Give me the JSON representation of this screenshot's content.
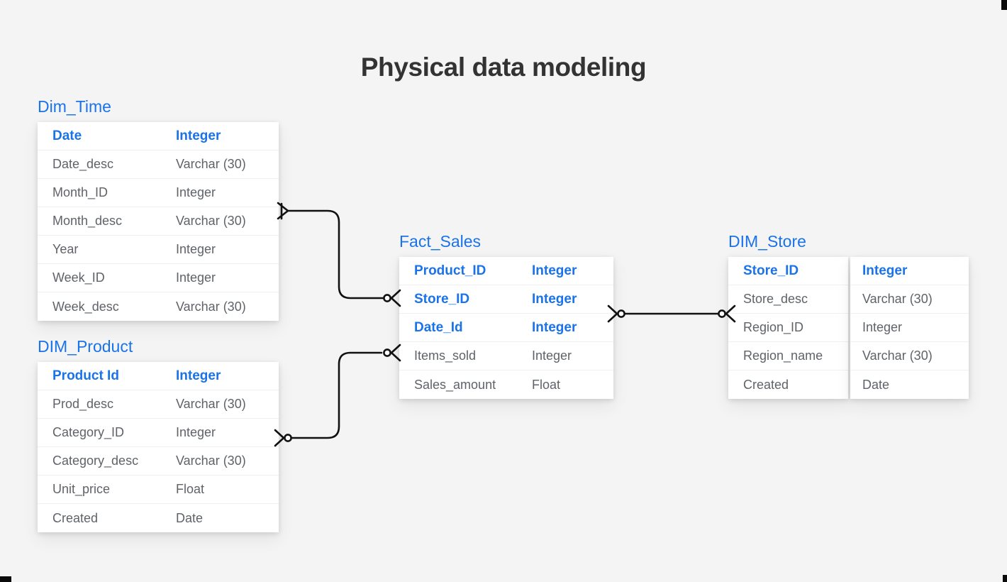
{
  "page": {
    "title": "Physical data modeling",
    "background_color": "#f4f4f4",
    "accent_color": "#1a73e8",
    "text_color": "#5f6368",
    "title_color": "#333333",
    "line_color": "#111111"
  },
  "entities": [
    {
      "name": "Dim_Time",
      "attributes": [
        {
          "name": "Date",
          "type": "Integer",
          "key": true
        },
        {
          "name": "Date_desc",
          "type": "Varchar (30)",
          "key": false
        },
        {
          "name": "Month_ID",
          "type": "Integer",
          "key": false
        },
        {
          "name": "Month_desc",
          "type": "Varchar (30)",
          "key": false
        },
        {
          "name": "Year",
          "type": "Integer",
          "key": false
        },
        {
          "name": "Week_ID",
          "type": "Integer",
          "key": false
        },
        {
          "name": "Week_desc",
          "type": "Varchar (30)",
          "key": false
        }
      ]
    },
    {
      "name": "DIM_Product",
      "attributes": [
        {
          "name": "Product Id",
          "type": "Integer",
          "key": true
        },
        {
          "name": "Prod_desc",
          "type": "Varchar (30)",
          "key": false
        },
        {
          "name": "Category_ID",
          "type": "Integer",
          "key": false
        },
        {
          "name": "Category_desc",
          "type": "Varchar (30)",
          "key": false
        },
        {
          "name": "Unit_price",
          "type": "Float",
          "key": false
        },
        {
          "name": "Created",
          "type": "Date",
          "key": false
        }
      ]
    },
    {
      "name": "Fact_Sales",
      "attributes": [
        {
          "name": "Product_ID",
          "type": "Integer",
          "key": true
        },
        {
          "name": "Store_ID",
          "type": "Integer",
          "key": true
        },
        {
          "name": "Date_Id",
          "type": "Integer",
          "key": true
        },
        {
          "name": "Items_sold",
          "type": "Integer",
          "key": false
        },
        {
          "name": "Sales_amount",
          "type": "Float",
          "key": false
        }
      ]
    },
    {
      "name": "DIM_Store",
      "attributes": [
        {
          "name": "Store_ID",
          "type": "Integer",
          "key": true
        },
        {
          "name": "Store_desc",
          "type": "Varchar (30)",
          "key": false
        },
        {
          "name": "Region_ID",
          "type": "Integer",
          "key": false
        },
        {
          "name": "Region_name",
          "type": "Varchar (30)",
          "key": false
        },
        {
          "name": "Created",
          "type": "Date",
          "key": false
        }
      ]
    }
  ],
  "relationships": [
    {
      "from": "Dim_Time",
      "to": "Fact_Sales",
      "from_cardinality": "one-or-many",
      "to_cardinality": "zero-or-many"
    },
    {
      "from": "DIM_Product",
      "to": "Fact_Sales",
      "from_cardinality": "zero-or-many",
      "to_cardinality": "zero-or-many"
    },
    {
      "from": "Fact_Sales",
      "to": "DIM_Store",
      "from_cardinality": "zero-or-many",
      "to_cardinality": "zero-or-many"
    }
  ]
}
